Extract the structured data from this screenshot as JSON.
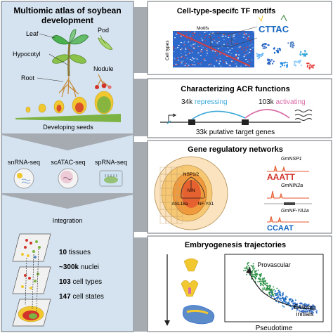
{
  "left_panel": {
    "title_line1": "Multiomic atlas of soybean",
    "title_line2": "development",
    "plant_labels": {
      "leaf": "Leaf",
      "pod": "Pod",
      "hypocotyl": "Hypocotyl",
      "root": "Root",
      "nodule": "Nodule"
    },
    "seeds_label": "Developing seeds",
    "assays": [
      "snRNA-seq",
      "scATAC-seq",
      "spRNA-seq"
    ],
    "integration_label": "Integration",
    "stats": [
      {
        "value": "10",
        "label": "tissues"
      },
      {
        "value": "~300k",
        "label": "nuclei"
      },
      {
        "value": "103",
        "label": "cell types"
      },
      {
        "value": "147",
        "label": "cell states"
      }
    ]
  },
  "panels": {
    "tf_motifs": {
      "title": "Cell-type-specifc TF motifs",
      "x_axis_label": "Motifs",
      "y_axis_label": "Cell types",
      "logo_text": "CTTAC"
    },
    "acr": {
      "title": "Characterizing ACR functions",
      "repressing_count": "34k",
      "repressing_label": "repressing",
      "activating_count": "103k",
      "activating_label": "activating",
      "target_genes": "33k putative target genes"
    },
    "grn": {
      "title": "Gene regulatory networks",
      "nodes": [
        "NSP1/2",
        "NIN",
        "ASL18a",
        "NF-YA1"
      ],
      "genes": [
        "GmNSP1",
        "GmNIN2a",
        "GmNF-YA1a"
      ],
      "motifs": [
        "AAATT",
        "CCAAT"
      ]
    },
    "embryo": {
      "title": "Embryogenesis trajectories",
      "provascular_label": "Provascular",
      "embryo_label_line1": "Embryo",
      "embryo_label_line2": "initials",
      "x_axis_label": "Pseudotime"
    }
  },
  "colors": {
    "left_bg": "#d5e3f0",
    "band_grey": "#a6abb2",
    "border": "#6b6f75",
    "repressing": "#3aa8d8",
    "activating": "#d96aa7",
    "provascular_green": "#1f8a3a",
    "seed_green": "#7cb342",
    "nodule_red": "#d2332a",
    "embryo_yellow": "#f2c830"
  }
}
